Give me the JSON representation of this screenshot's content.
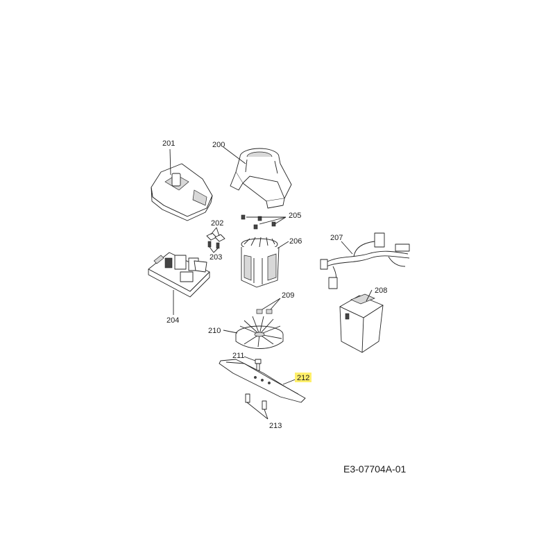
{
  "parts": [
    {
      "id": "p200",
      "label": "200"
    },
    {
      "id": "p201",
      "label": "201"
    },
    {
      "id": "p202",
      "label": "202"
    },
    {
      "id": "p203",
      "label": "203"
    },
    {
      "id": "p204",
      "label": "204"
    },
    {
      "id": "p205",
      "label": "205"
    },
    {
      "id": "p206",
      "label": "206"
    },
    {
      "id": "p207",
      "label": "207"
    },
    {
      "id": "p208",
      "label": "208"
    },
    {
      "id": "p209",
      "label": "209"
    },
    {
      "id": "p210",
      "label": "210"
    },
    {
      "id": "p211",
      "label": "211"
    },
    {
      "id": "p212",
      "label": "212",
      "highlighted": true
    },
    {
      "id": "p213",
      "label": "213"
    }
  ],
  "document_id": "E3-07704A-01",
  "colors": {
    "highlight": "#ffef6b",
    "line": "#222222"
  }
}
